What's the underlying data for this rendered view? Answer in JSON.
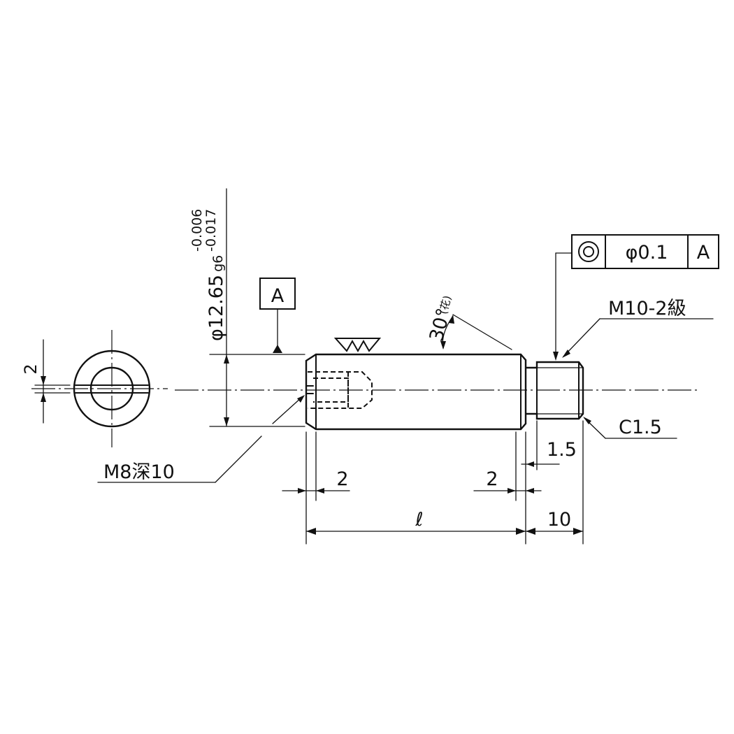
{
  "labels": {
    "diameter_main": "φ12.65",
    "diameter_fit": "g6",
    "diameter_upper_dev": "-0.006",
    "diameter_lower_dev": "-0.017",
    "datum_letter": "A",
    "angle": "30°",
    "angle_note": "(花)",
    "fcf_tolerance": "φ0.1",
    "fcf_datum": "A",
    "thread_spec": "M10-2級",
    "chamfer": "C1.5",
    "chamfer_dim": "1.5",
    "end_slot_width": "2",
    "tapped_hole": "M8深10",
    "chamfer_left": "2",
    "chamfer_right": "2",
    "length": "ℓ",
    "thread_length": "10"
  },
  "icons": {
    "concentricity": "concentricity-symbol-icon",
    "knurl": "knurl-mark-icon",
    "datum_triangle": "datum-triangle-icon"
  }
}
